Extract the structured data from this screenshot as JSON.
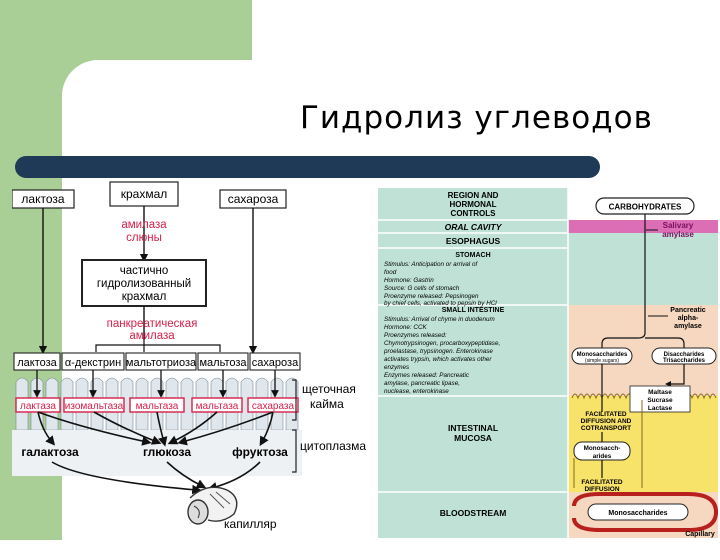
{
  "slide": {
    "title": "Гидролиз углеводов"
  },
  "left_diagram": {
    "top_boxes": [
      "лактоза",
      "крахмал",
      "сахароза"
    ],
    "salivary_enzyme": [
      "амилаза",
      "слюны"
    ],
    "partial_box": [
      "частично",
      "гидролизованный",
      "крахмал"
    ],
    "pancreatic_enzyme": [
      "панкреатическая",
      "амилаза"
    ],
    "substrates": [
      "лактоза",
      "α-декстрин",
      "мальтотриоза",
      "мальтоза",
      "сахароза"
    ],
    "brush_enzymes": [
      "лактаза",
      "изомальтаза",
      "мальтаза",
      "мальтаза",
      "сахараза"
    ],
    "brush_border_label": [
      "щеточная",
      "кайма"
    ],
    "cytoplasm_label": "цитоплазма",
    "products": [
      "галактоза",
      "глюкоза",
      "фруктоза"
    ],
    "capillary_label": "капилляр",
    "colors": {
      "enzyme_red": "#d6204a",
      "box_border": "#222222"
    }
  },
  "right_diagram": {
    "header": [
      "REGION AND",
      "HORMONAL",
      "CONTROLS"
    ],
    "carbohydrates": "CARBOHYDRATES",
    "oral_cavity": "ORAL CAVITY",
    "salivary_amylase": [
      "Salivary",
      "amylase"
    ],
    "esophagus": "ESOPHAGUS",
    "stomach": {
      "title": "STOMACH",
      "lines": [
        "Stimulus: Anticipation or arrival of",
        "food",
        "Hormone: Gastrin",
        "Source: G cells of stomach",
        "Proenzyme released: Pepsinogen",
        "by chief cells, activated to pepsin by HCl"
      ]
    },
    "small_intestine": {
      "title": "SMALL INTESTINE",
      "lines": [
        "Stimulus: Arrival of chyme in duodenum",
        "Hormone: CCK",
        "Proenzymes released:",
        "Chymotrypsinogen, procarboxypeptidase,",
        "proelastase, trypsinogen. Enterokinase",
        "activates trypsin, which activates other",
        "enzymes",
        "Enzymes released: Pancreatic",
        "amylase, pancreatic lipase,",
        "nuclease, enterokinase"
      ]
    },
    "pancreatic_alpha_amylase": [
      "Pancreatic",
      "alpha-",
      "amylase"
    ],
    "monosaccharides_box": [
      "Monosaccharides",
      "(simple sugars)"
    ],
    "disaccharides_box": [
      "Disaccharides",
      "Trisaccharides"
    ],
    "brush_enzymes": [
      "Maltase",
      "Sucrase",
      "Lactase"
    ],
    "facilitated_cotransport": [
      "FACILITATED",
      "DIFFUSION AND",
      "COTRANSPORT"
    ],
    "intestinal_mucosa": [
      "INTESTINAL",
      "MUCOSA"
    ],
    "monosaccharides_cell": [
      "Monosacch-",
      "arides"
    ],
    "facilitated_diffusion": [
      "FACILITATED",
      "DIFFUSION"
    ],
    "bloodstream": "BLOODSTREAM",
    "monosaccharides_blood": "Monosaccharides",
    "capillary": "Capillary",
    "colors": {
      "teal": "#bfe1d6",
      "pink": "#dc6eb6",
      "peach": "#f6d7c0",
      "yellow": "#f7e26a",
      "blood_red": "#b8201e"
    }
  }
}
